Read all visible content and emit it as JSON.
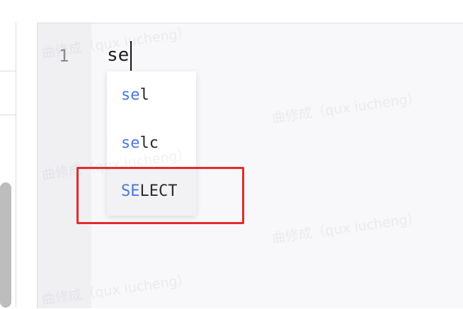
{
  "editor": {
    "line_number": "1",
    "code_text": "se"
  },
  "autocomplete": {
    "items": [
      {
        "match": "se",
        "rest": "l"
      },
      {
        "match": "se",
        "rest": "lc"
      },
      {
        "match": "SE",
        "rest": "LECT"
      }
    ],
    "selected_index": 2
  },
  "watermark": {
    "text": "曲修成（qux iucheng）"
  },
  "colors": {
    "highlight_border": "#e52a2a",
    "match_text": "#4a78d8"
  }
}
